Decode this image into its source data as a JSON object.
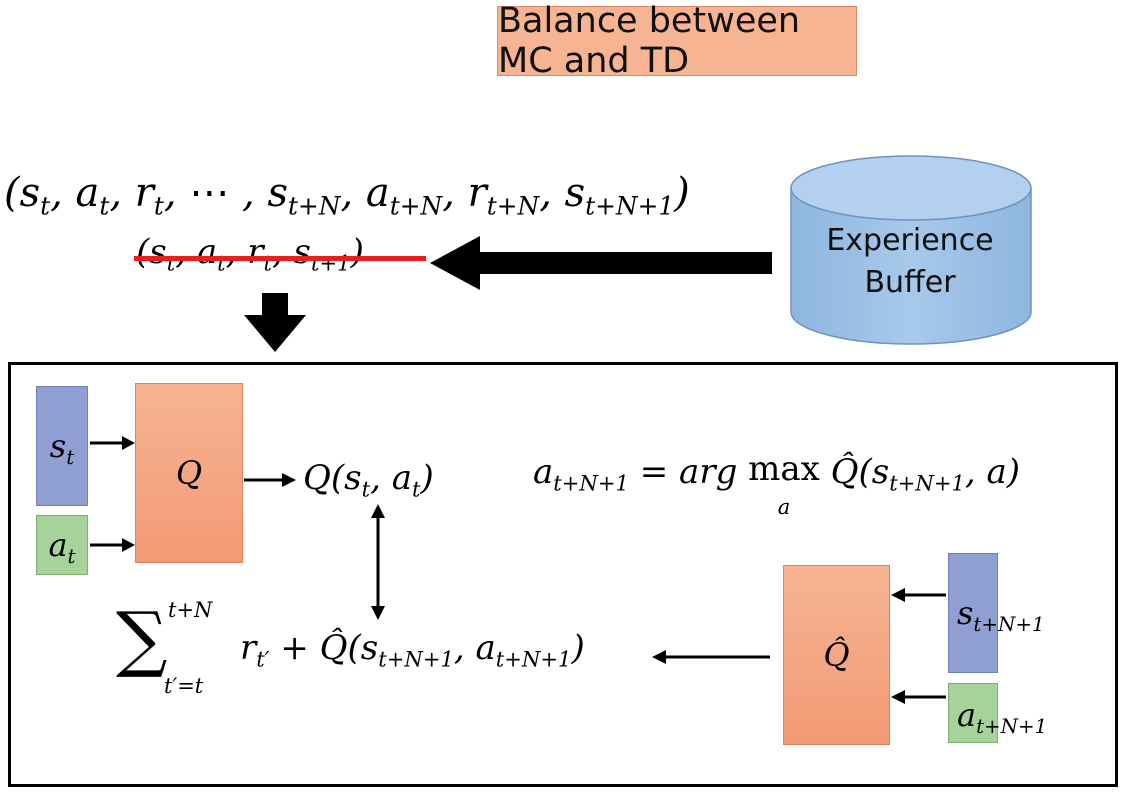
{
  "title": "Balance between MC and TD",
  "buffer_label_line1": "Experience",
  "buffer_label_line2": "Buffer",
  "q_label": "Q",
  "q_hat_label": "Q̂",
  "colors": {
    "title_fill": "#f6b493",
    "state_fill": "#8f9fd4",
    "action_fill": "#a6d39a",
    "q_fill": "#f39a74",
    "buffer_fill": "#9ec3e6",
    "strike": "#e8201c"
  }
}
